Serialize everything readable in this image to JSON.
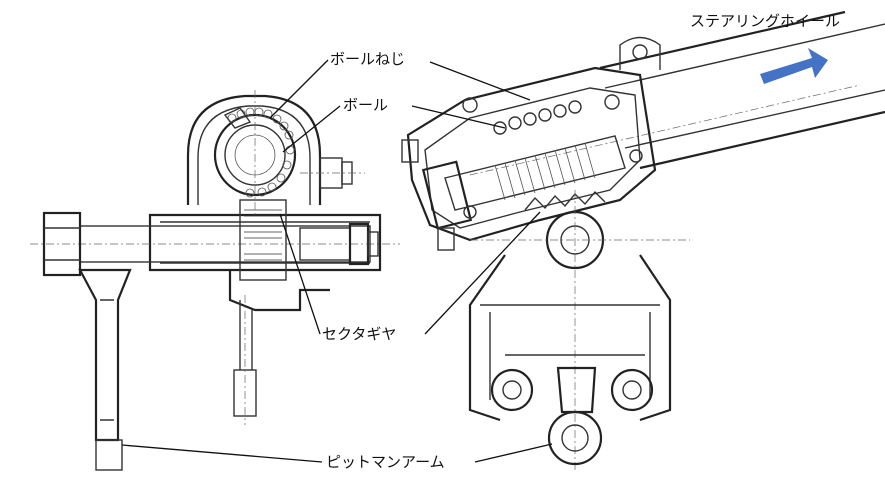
{
  "labels": {
    "ball_screw": "ボールねじ",
    "ball": "ボール",
    "steering_wheel": "ステアリングホイール",
    "sector_gear": "セクタギヤ",
    "pitman_arm": "ピットマンアーム"
  },
  "colors": {
    "arrow": "#4472C4",
    "line": "#222222",
    "background": "#ffffff"
  }
}
